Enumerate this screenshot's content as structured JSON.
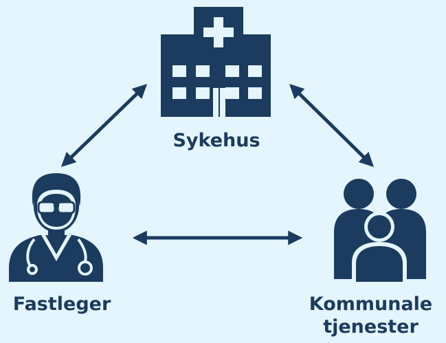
{
  "colors": {
    "background": "#e4f5fd",
    "icon": "#1b3b5f",
    "arrow": "#1b3b5f",
    "label": "#1b3b5f"
  },
  "nodes": {
    "hospital": {
      "label": "Sykehus",
      "icon": "hospital-building-icon"
    },
    "gp": {
      "label": "Fastleger",
      "icon": "doctor-with-stethoscope-icon"
    },
    "municipal": {
      "label_line1": "Kommunale",
      "label_line2": "tjenester",
      "icon": "family-group-icon"
    }
  },
  "connections": [
    {
      "from": "hospital",
      "to": "gp",
      "type": "bidirectional-arrow"
    },
    {
      "from": "hospital",
      "to": "municipal",
      "type": "bidirectional-arrow"
    },
    {
      "from": "gp",
      "to": "municipal",
      "type": "bidirectional-arrow"
    }
  ]
}
